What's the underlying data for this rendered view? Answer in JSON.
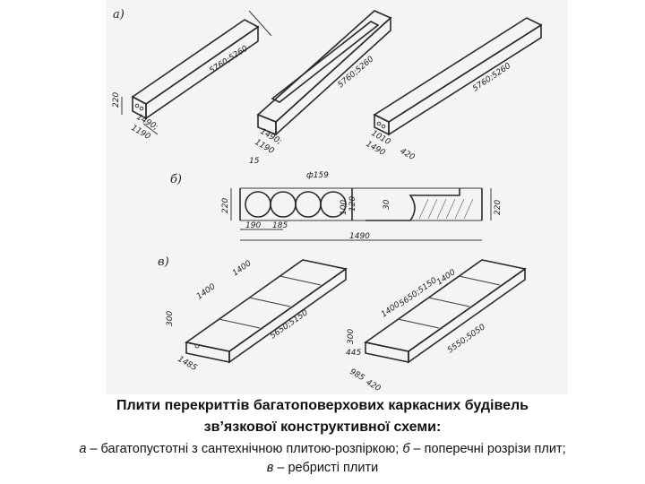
{
  "figure": {
    "labels": {
      "a": "а)",
      "b": "б)",
      "c": "в)"
    },
    "part_a": {
      "slab1": {
        "height": "220",
        "length": "5760;5260",
        "width1": "1490;",
        "width2": "1190"
      },
      "slab2": {
        "length": "5760;5260",
        "width1": "1490;",
        "width2": "1190"
      },
      "slab3": {
        "length": "5760;5260",
        "width1": "1010",
        "width2": "1490",
        "width3": "420"
      }
    },
    "part_b": {
      "top_thickness": "15",
      "void_diameter": "ф159",
      "height_left": "220",
      "height_right": "220",
      "inner_heights": [
        "100",
        "120"
      ],
      "rib_dim": "30",
      "pitch1": "190",
      "pitch2": "185",
      "overall_width": "1490"
    },
    "part_c": {
      "slab1": {
        "rib_height": "300",
        "cell1": "1400",
        "cell2": "1400",
        "length": "5650;5150",
        "width": "1485"
      },
      "slab2": {
        "length": "5650;5150",
        "cell1": "1400",
        "cell2": "1400",
        "length2": "5550;5050",
        "rib_height": "300",
        "dim_445": "445",
        "dim_985": "985",
        "dim_420": "420"
      }
    }
  },
  "caption": {
    "title_line1": "Плити перекриттів багатоповерхових каркасних будівель",
    "title_line2": "зв’язкової конструктивної схеми:",
    "legend_a_letter": "а",
    "legend_a_text": " – багатопустотні з сантехнічною плитою-розпіркою; ",
    "legend_b_letter": "б",
    "legend_b_text": " – поперечні розрізи плит;",
    "legend_c_letter": "в",
    "legend_c_text": " – ребристі плити"
  }
}
